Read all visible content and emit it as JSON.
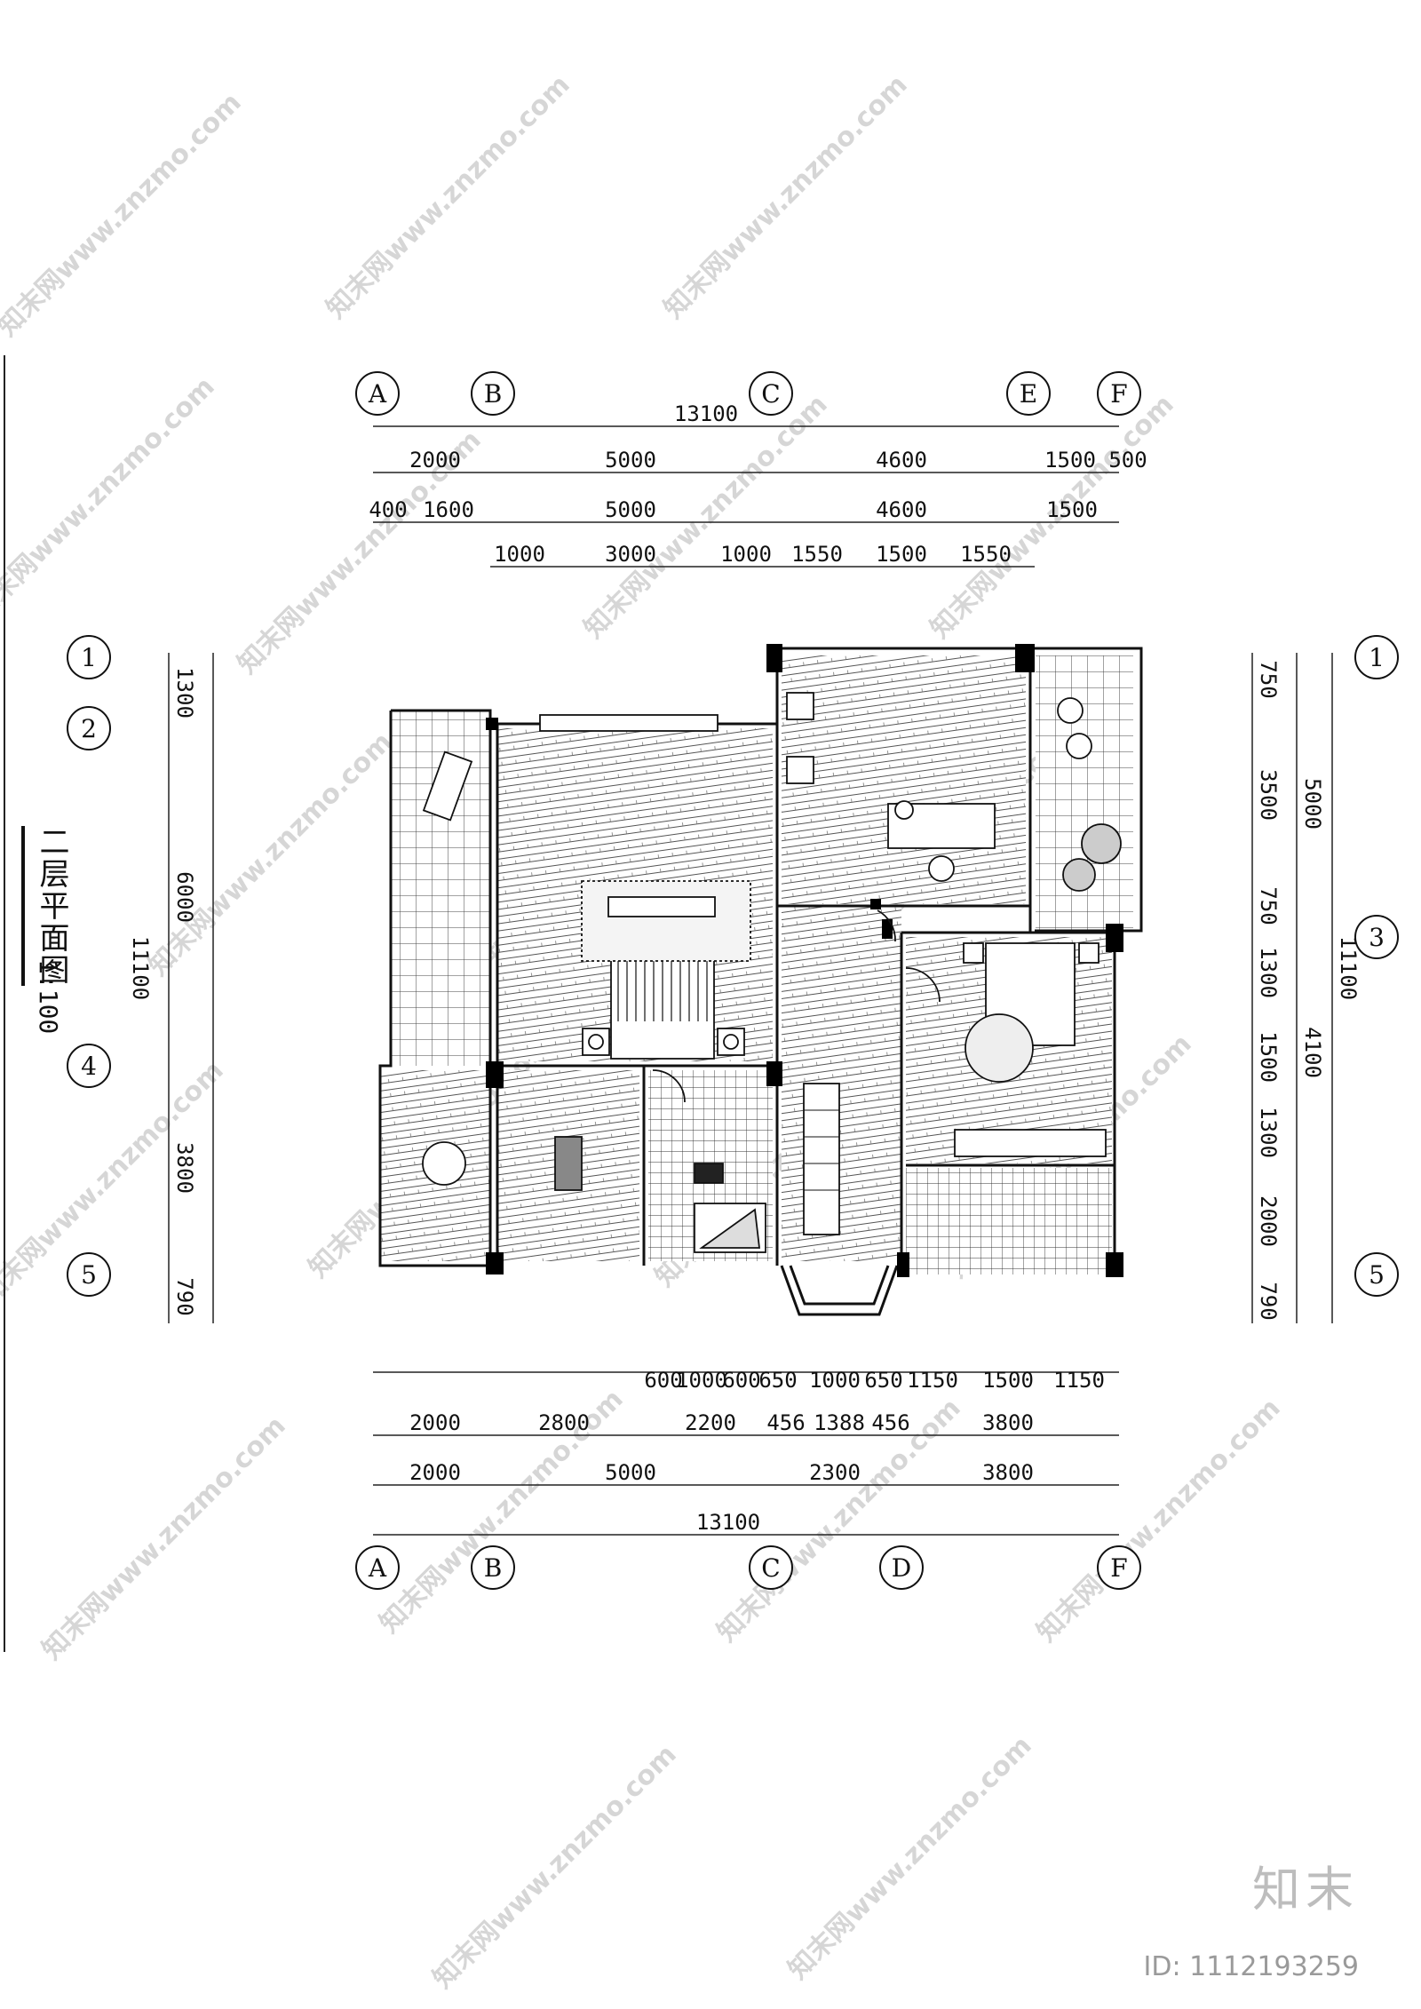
{
  "drawing": {
    "title": "二层平面图",
    "scale": "1:100"
  },
  "top_axes": [
    "A",
    "B",
    "C",
    "E",
    "F"
  ],
  "bottom_axes": [
    "A",
    "B",
    "C",
    "D",
    "F"
  ],
  "left_axes": [
    "1",
    "2",
    "4",
    "5"
  ],
  "right_axes": [
    "1",
    "3",
    "5"
  ],
  "top_dims": {
    "total": "13100",
    "row1": [
      "2000",
      "5000",
      "4600",
      "1500",
      "500"
    ],
    "row2": [
      "400",
      "1600",
      "5000",
      "4600",
      "1500"
    ],
    "row3": [
      "1000",
      "3000",
      "1000",
      "1550",
      "1500",
      "1550"
    ]
  },
  "bottom_dims": {
    "row1": [
      "600",
      "1000",
      "600",
      "650",
      "1000",
      "650",
      "1150",
      "1500",
      "1150"
    ],
    "row2": [
      "2000",
      "2800",
      "2200",
      "456",
      "1388",
      "456",
      "3800"
    ],
    "row3": [
      "2000",
      "5000",
      "2300",
      "3800"
    ],
    "total": "13100"
  },
  "left_dims": {
    "segments": [
      "1300",
      "6000",
      "3800",
      "790"
    ],
    "total": "11100"
  },
  "right_dims": {
    "inner": [
      "750",
      "3500",
      "750",
      "1300",
      "1500",
      "1300",
      "2000",
      "790"
    ],
    "middle": [
      "5000",
      "4100"
    ],
    "total": "11100"
  },
  "watermark": {
    "text": "知末网www.znzmo.com",
    "brand": "知末",
    "id": "ID: 1112193259"
  }
}
